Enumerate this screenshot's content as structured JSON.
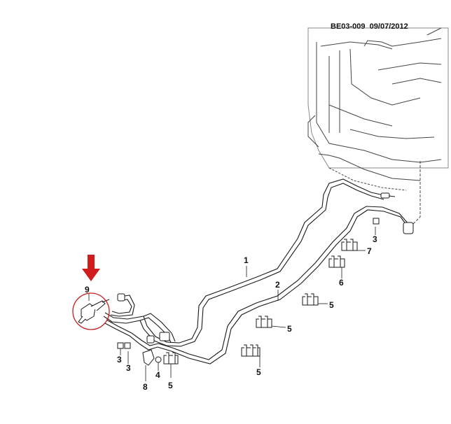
{
  "header": {
    "diagram_code": "BE03-009",
    "date": "09/07/2012"
  },
  "callouts": [
    {
      "id": "c1",
      "label": "1"
    },
    {
      "id": "c2",
      "label": "2"
    },
    {
      "id": "c3a",
      "label": "3"
    },
    {
      "id": "c3b",
      "label": "3"
    },
    {
      "id": "c3c",
      "label": "3"
    },
    {
      "id": "c4",
      "label": "4"
    },
    {
      "id": "c5a",
      "label": "5"
    },
    {
      "id": "c5b",
      "label": "5"
    },
    {
      "id": "c5c",
      "label": "5"
    },
    {
      "id": "c5d",
      "label": "5"
    },
    {
      "id": "c6",
      "label": "6"
    },
    {
      "id": "c7",
      "label": "7"
    },
    {
      "id": "c8",
      "label": "8"
    },
    {
      "id": "c9",
      "label": "9"
    }
  ],
  "colors": {
    "line": "#1a1a1a",
    "highlight_arrow": "#d01c1c",
    "highlight_circle": "#c42020",
    "faint": "#6b6b6b"
  },
  "icons": {
    "highlight": "red-down-arrow",
    "circle": "highlight-circle"
  }
}
